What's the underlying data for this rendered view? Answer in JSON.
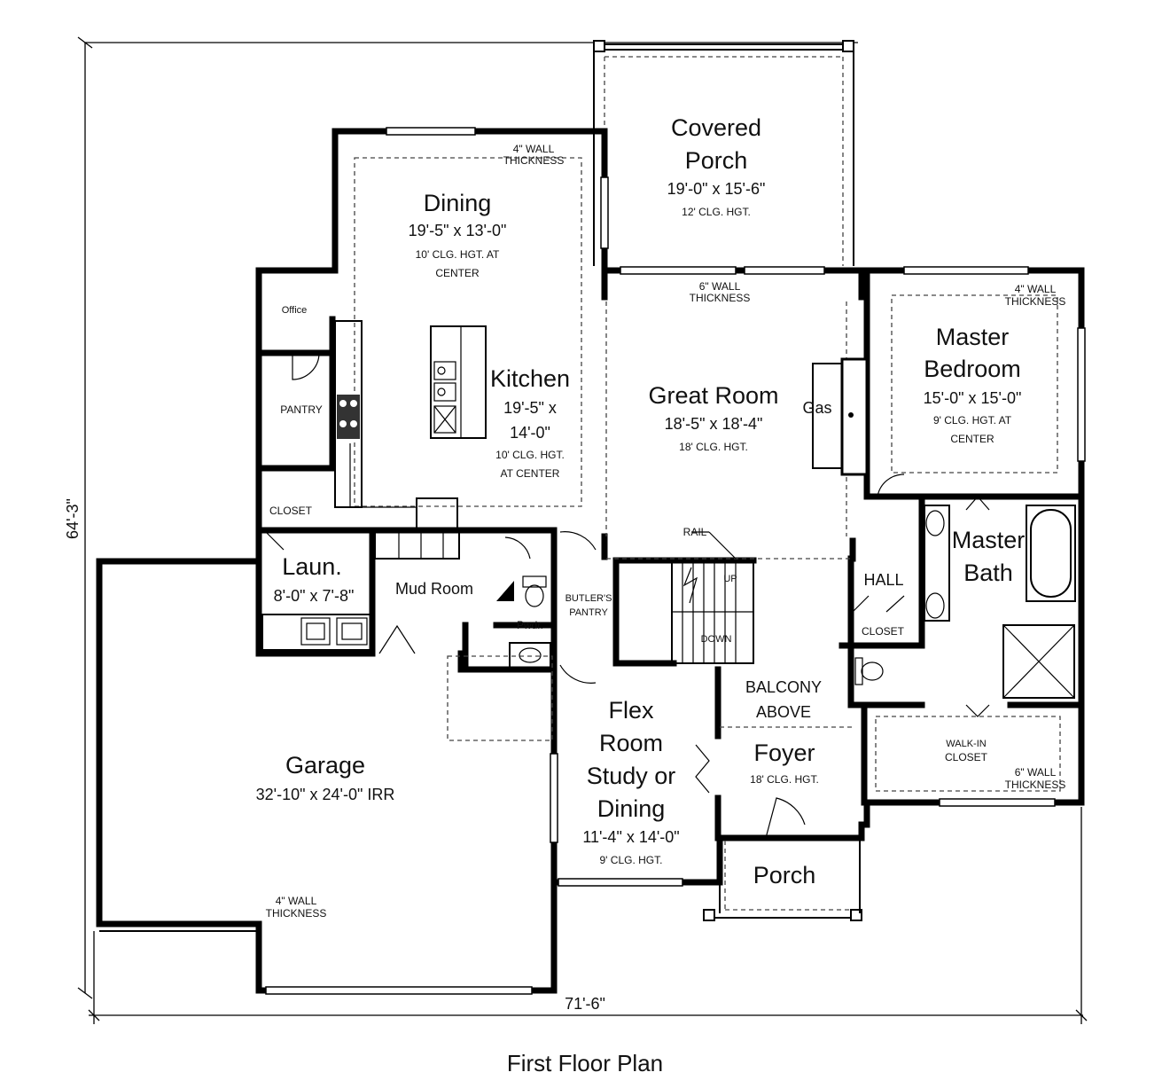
{
  "title": "First Floor Plan",
  "overall_dimensions": {
    "width": "71'-6\"",
    "depth": "64'-3\""
  },
  "rooms": {
    "covered_porch": {
      "name_line1": "Covered",
      "name_line2": "Porch",
      "size": "19'-0\" x 15'-6\"",
      "ceiling": "12' CLG. HGT."
    },
    "dining": {
      "name": "Dining",
      "size": "19'-5\" x 13'-0\"",
      "ceiling_line1": "10' CLG. HGT. AT",
      "ceiling_line2": "CENTER",
      "wall_note_line1": "4\" WALL",
      "wall_note_line2": "THICKNESS"
    },
    "kitchen": {
      "name": "Kitchen",
      "size_line1": "19'-5\" x",
      "size_line2": "14'-0\"",
      "ceiling_line1": "10' CLG. HGT.",
      "ceiling_line2": "AT CENTER"
    },
    "great_room": {
      "name": "Great Room",
      "size": "18'-5\" x 18'-4\"",
      "ceiling": "18' CLG. HGT.",
      "wall_note_line1": "6\" WALL",
      "wall_note_line2": "THICKNESS",
      "fireplace": "Gas",
      "rail": "RAIL"
    },
    "master_bedroom": {
      "name_line1": "Master",
      "name_line2": "Bedroom",
      "size": "15'-0\" x 15'-0\"",
      "ceiling_line1": "9' CLG. HGT. AT",
      "ceiling_line2": "CENTER",
      "wall_note_line1": "4\" WALL",
      "wall_note_line2": "THICKNESS"
    },
    "master_bath": {
      "name_line1": "Master",
      "name_line2": "Bath"
    },
    "office": {
      "name": "Office"
    },
    "pantry": {
      "name": "PANTRY"
    },
    "closet_laundry": {
      "name": "CLOSET"
    },
    "laundry": {
      "name": "Laun.",
      "size": "8'-0\" x 7'-8\""
    },
    "mud_room": {
      "name": "Mud Room"
    },
    "powder": {
      "name": "Pwdr."
    },
    "butlers_pantry": {
      "name_line1": "BUTLER'S",
      "name_line2": "PANTRY"
    },
    "stairs": {
      "up": "UP",
      "down": "DOWN"
    },
    "hall": {
      "name": "HALL"
    },
    "hall_closet": {
      "name": "CLOSET"
    },
    "balcony": {
      "line1": "BALCONY",
      "line2": "ABOVE"
    },
    "foyer": {
      "name": "Foyer",
      "ceiling": "18' CLG. HGT."
    },
    "walk_in_closet": {
      "line1": "WALK-IN",
      "line2": "CLOSET",
      "wall_note_line1": "6\" WALL",
      "wall_note_line2": "THICKNESS"
    },
    "flex_room": {
      "line1": "Flex",
      "line2": "Room",
      "line3": "Study or",
      "line4": "Dining",
      "size": "11'-4\" x 14'-0\"",
      "ceiling": "9' CLG. HGT."
    },
    "garage": {
      "name": "Garage",
      "size": "32'-10\" x 24'-0\" IRR",
      "wall_note_line1": "4\" WALL",
      "wall_note_line2": "THICKNESS"
    },
    "porch": {
      "name": "Porch"
    }
  }
}
